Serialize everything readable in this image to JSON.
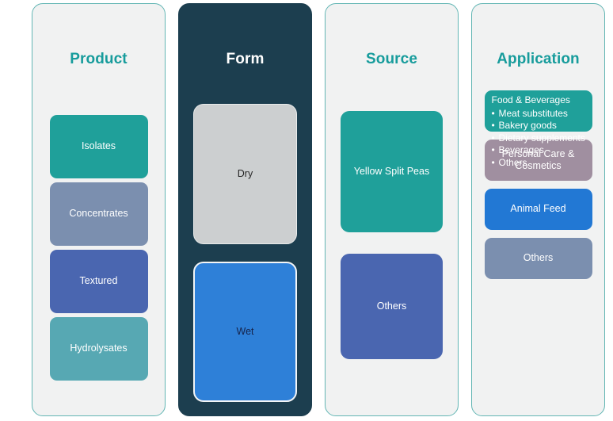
{
  "theme": {
    "panel_bg": "#f1f2f2",
    "panel_border": "#63b6b4",
    "title_teal": "#179c9c",
    "dark_panel": "#1c3e4f",
    "teal": "#1fa09a",
    "slate_blue": "#7b8faf",
    "indigo": "#4a66b0",
    "muted_teal": "#57a8b3",
    "gray": "#cccfd0",
    "bright_blue": "#2e80d8",
    "royal_blue": "#4a66b0",
    "mauve": "#a08fa0"
  },
  "columns": [
    {
      "title": "Product",
      "style": "light",
      "cards": [
        {
          "label": "Isolates",
          "color": "#1fa09a"
        },
        {
          "label": "Concentrates",
          "color": "#7b8faf"
        },
        {
          "label": "Textured",
          "color": "#4a66b0"
        },
        {
          "label": "Hydrolysates",
          "color": "#57a8b3"
        }
      ]
    },
    {
      "title": "Form",
      "style": "dark",
      "cards": [
        {
          "label": "Dry",
          "color": "#cccfd0"
        },
        {
          "label": "Wet",
          "color": "#2e80d8"
        }
      ]
    },
    {
      "title": "Source",
      "style": "light",
      "cards": [
        {
          "label": "Yellow Split Peas",
          "color": "#1fa09a"
        },
        {
          "label": "Others",
          "color": "#4a66b0"
        }
      ]
    },
    {
      "title": "Application",
      "style": "light",
      "cards": [
        {
          "label": "Food & Beverages",
          "color": "#1fa09a",
          "bullets": [
            "Meat substitutes",
            "Bakery goods",
            "Dietary supplements",
            "Beverages",
            "Others"
          ]
        },
        {
          "label": "Personal Care & Cosmetics",
          "color": "#a08fa0"
        },
        {
          "label": "Animal Feed",
          "color": "#2278d4"
        },
        {
          "label": "Others",
          "color": "#7b8faf"
        }
      ]
    }
  ]
}
